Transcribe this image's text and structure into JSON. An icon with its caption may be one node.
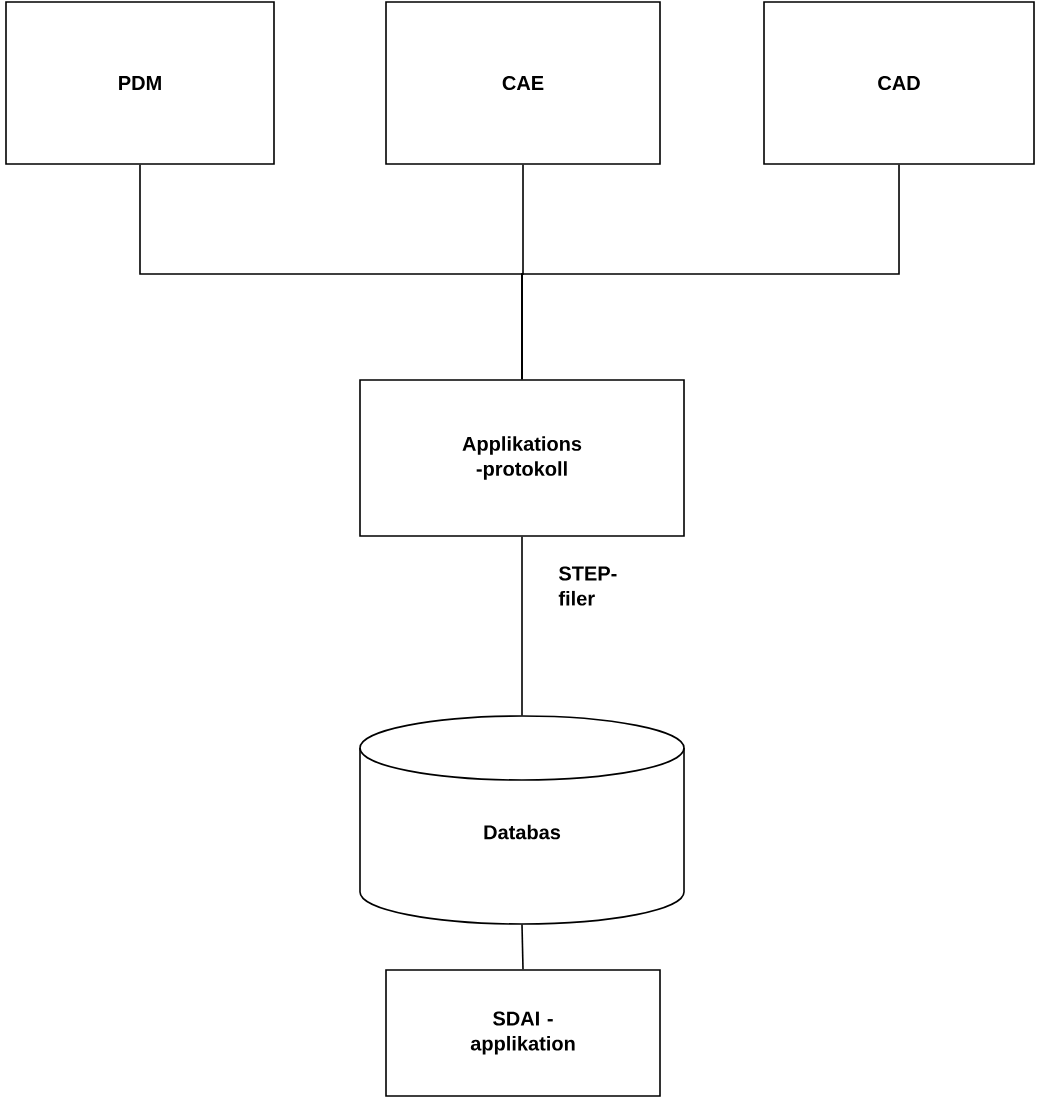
{
  "diagram": {
    "nodes": [
      {
        "text": [
          "PDM"
        ]
      },
      {
        "text": [
          "CAE"
        ]
      },
      {
        "text": [
          "CAD"
        ]
      },
      {
        "text": [
          "Applikations -protokoll"
        ]
      },
      {
        "text": [
          "Databas"
        ]
      },
      {
        "text": [
          "SDAI -applikation"
        ]
      }
    ],
    "edges": [
      {
        "from": 0,
        "to": 3,
        "arrow": "none"
      },
      {
        "from": 1,
        "to": 3,
        "arrow": "none"
      },
      {
        "from": 2,
        "to": 3,
        "arrow": "none"
      },
      {
        "from": 3,
        "to": 4,
        "arrow": "none",
        "label": "STEP- filer"
      },
      {
        "from": 4,
        "to": 5,
        "arrow": "none"
      }
    ]
  }
}
